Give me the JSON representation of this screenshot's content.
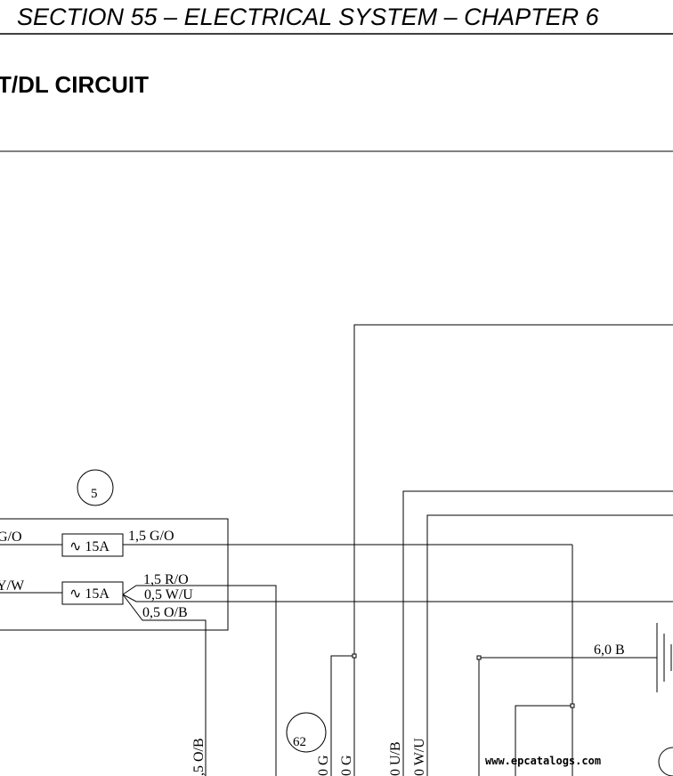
{
  "header": {
    "title": "SECTION 55 – ELECTRICAL SYSTEM – CHAPTER 6"
  },
  "section": {
    "title": "T/DL CIRCUIT"
  },
  "diagram": {
    "components": {
      "fuse_box_number": "5",
      "connector_number": "62",
      "fuse_1_label": "∿ 15A",
      "fuse_2_label": "∿ 15A"
    },
    "wires": {
      "in_top": "G/O",
      "in_bottom": "Y/W",
      "out_1": "1,5 G/O",
      "out_2": "1,5 R/O",
      "out_3": "0,5 W/U",
      "out_4": "0,5 O/B",
      "ground": "6,0 B",
      "v_o_b": ",5 O/B",
      "v_g1": "0 G",
      "v_g2": "0 G",
      "v_u_b": "0 U/B",
      "v_w_u": "0 W/U"
    }
  },
  "watermark": "www.epcatalogs.com"
}
